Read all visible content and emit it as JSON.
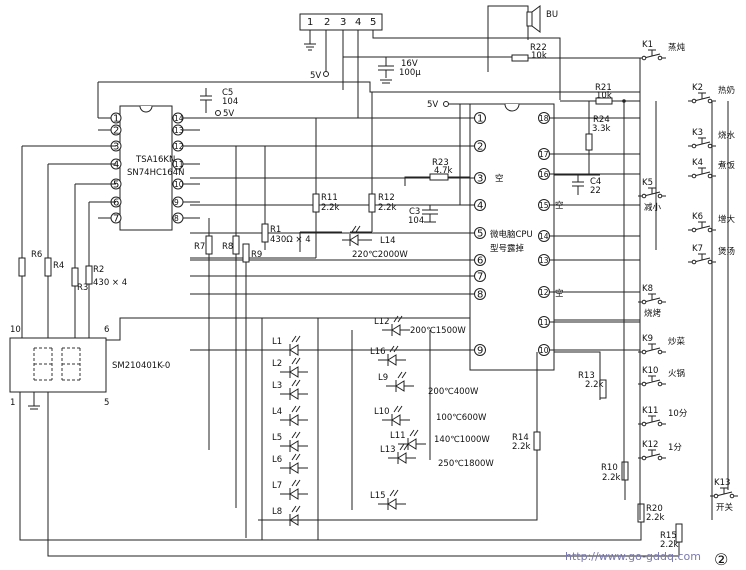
{
  "connector": {
    "pins": [
      "1",
      "2",
      "3",
      "4",
      "5"
    ]
  },
  "speaker": {
    "label": "BU"
  },
  "power": {
    "v5a": "5V",
    "v5b": "5V",
    "v5c": "5V",
    "cap_v": "16V",
    "cap_uf": "100μ"
  },
  "ic_left": {
    "line1": "TSA16KN",
    "line2": "SN74HC164N",
    "left_pins": [
      "1",
      "2",
      "3",
      "4",
      "5",
      "6",
      "7"
    ],
    "right_pins": [
      "14",
      "13",
      "12",
      "11",
      "10",
      "9",
      "8"
    ]
  },
  "ic_cpu": {
    "line1": "微电脑CPU",
    "line2": "型号露掉",
    "left_pins": [
      "1",
      "2",
      "3",
      "4",
      "5",
      "6",
      "7",
      "8",
      "9"
    ],
    "right_pins": [
      "18",
      "17",
      "16",
      "15",
      "14",
      "13",
      "12",
      "11",
      "10"
    ],
    "nc_labels": [
      "空",
      "空",
      "空"
    ]
  },
  "display": {
    "name": "SM210401K-0",
    "pin_tl": "10",
    "pin_tr": "6",
    "pin_bl": "1",
    "pin_br": "5"
  },
  "resistors": {
    "R22": [
      "R22",
      "10k"
    ],
    "R21": [
      "R21",
      "10k"
    ],
    "R24": [
      "R24",
      "3.3k"
    ],
    "R23": [
      "R23",
      "4.7k"
    ],
    "R11": [
      "R11",
      "2.2k"
    ],
    "R12": [
      "R12",
      "2.2k"
    ],
    "R1": [
      "R1",
      "430Ω × 4"
    ],
    "R6": "R6",
    "R4": "R4",
    "R3": "R3",
    "R2": [
      "R2",
      "430 × 4"
    ],
    "R7": "R7",
    "R8": "R8",
    "R9": "R9",
    "R13": [
      "R13",
      "2.2k"
    ],
    "R14": [
      "R14",
      "2.2k"
    ],
    "R10": [
      "R10",
      "2.2k"
    ],
    "R20": [
      "R20",
      "2.2k"
    ],
    "R15": [
      "R15",
      "2.2k"
    ]
  },
  "capacitors": {
    "C5": [
      "C5",
      "104"
    ],
    "C3": [
      "C3",
      "104"
    ],
    "C4": [
      "C4",
      "22"
    ]
  },
  "leds": {
    "L1": "L1",
    "L2": "L2",
    "L3": "L3",
    "L4": "L4",
    "L5": "L5",
    "L6": "L6",
    "L7": "L7",
    "L8": "L8",
    "L9": "L9",
    "L10": "L10",
    "L11": "L11",
    "L12": "L12",
    "L13": "L13",
    "L14": "L14",
    "L15": "L15",
    "L16": "L16"
  },
  "power_labels": {
    "p2000": "220℃2000W",
    "p1500": "200℃1500W",
    "p400": "200℃400W",
    "p600": "100℃600W",
    "p1000": "140℃1000W",
    "p1800": "250℃1800W"
  },
  "keys": [
    {
      "id": "K1",
      "label": "蒸炖"
    },
    {
      "id": "K2",
      "label": "热奶"
    },
    {
      "id": "K3",
      "label": "烧水"
    },
    {
      "id": "K4",
      "label": "煮饭"
    },
    {
      "id": "K5",
      "label": "减小"
    },
    {
      "id": "K6",
      "label": "增大"
    },
    {
      "id": "K7",
      "label": "煲汤"
    },
    {
      "id": "K8",
      "label": "烧烤"
    },
    {
      "id": "K9",
      "label": "炒菜"
    },
    {
      "id": "K10",
      "label": "火锅"
    },
    {
      "id": "K11",
      "label": "10分"
    },
    {
      "id": "K12",
      "label": "1分"
    },
    {
      "id": "K13",
      "label": "开关"
    }
  ],
  "watermark": "http://www.go-gddq.com",
  "figure_number": "②"
}
